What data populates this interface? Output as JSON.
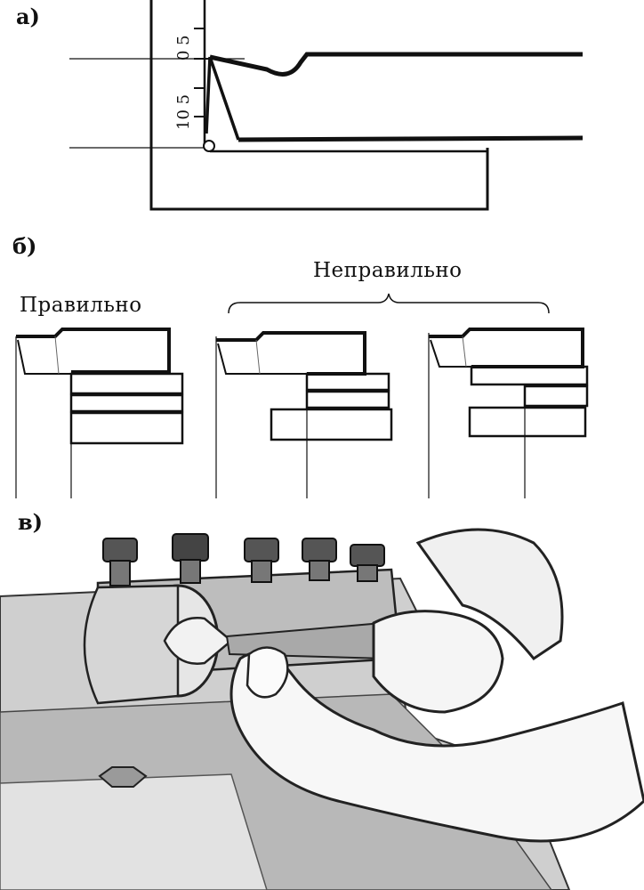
{
  "panels": {
    "a": {
      "label": "а)",
      "scale_top": "0 5",
      "scale_bottom": "10 5"
    },
    "b": {
      "label": "б)",
      "correct_label": "Правильно",
      "incorrect_label": "Неправильно"
    },
    "v": {
      "label": "в)"
    }
  }
}
